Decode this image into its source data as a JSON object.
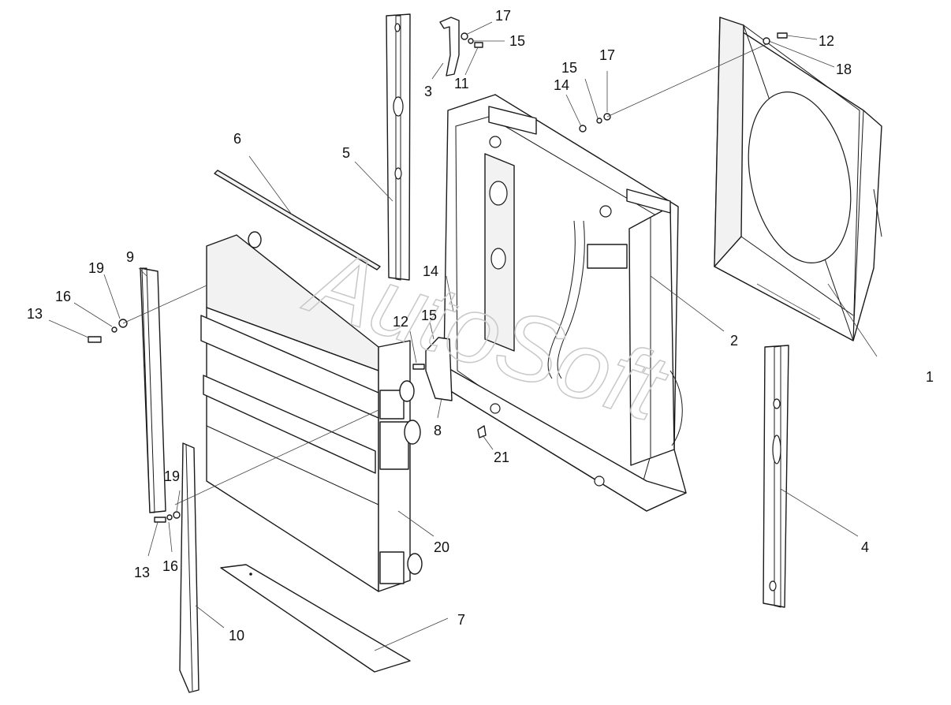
{
  "watermark": "AutoSoft",
  "callouts": {
    "c1": "1",
    "c2": "2",
    "c3": "3",
    "c4": "4",
    "c5": "5",
    "c6": "6",
    "c7": "7",
    "c8": "8",
    "c9": "9",
    "c10": "10",
    "c11": "11",
    "c12_top": "12",
    "c12_mid": "12",
    "c13_left": "13",
    "c13_bottom": "13",
    "c14_top": "14",
    "c14_mid": "14",
    "c15_top": "15",
    "c15_right": "15",
    "c15_mid": "15",
    "c16_left": "16",
    "c16_bottom": "16",
    "c17_top": "17",
    "c17_right": "17",
    "c18": "18",
    "c19_left": "19",
    "c19_bottom": "19",
    "c20": "20",
    "c21": "21"
  }
}
